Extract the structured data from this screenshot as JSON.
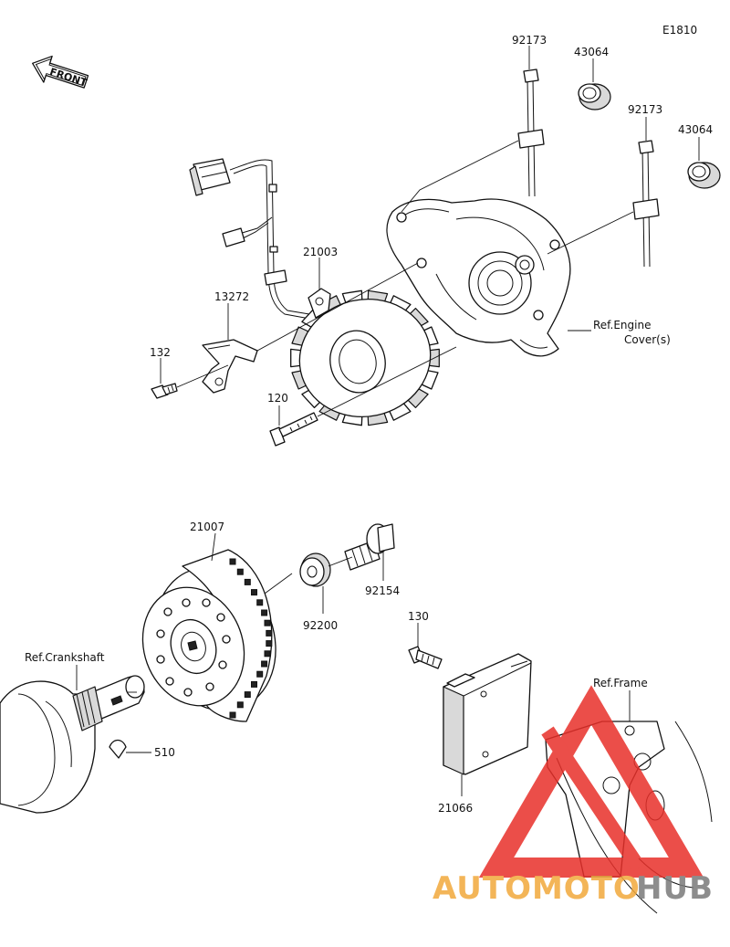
{
  "diagram": {
    "code": "E1810",
    "front_label": "FRONT",
    "part_numbers": {
      "p92173a": "92173",
      "p43064a": "43064",
      "p92173b": "92173",
      "p43064b": "43064",
      "p21003": "21003",
      "p13272": "13272",
      "p132": "132",
      "p120": "120",
      "p21007": "21007",
      "p92154": "92154",
      "p92200": "92200",
      "p130": "130",
      "p510": "510",
      "p21066": "21066"
    },
    "references": {
      "engine_line1": "Ref.Engine",
      "engine_line2": "Cover(s)",
      "crankshaft": "Ref.Crankshaft",
      "frame": "Ref.Frame"
    }
  },
  "watermark": {
    "text_part1": "AUTOMOTO",
    "text_part2": "HUB",
    "color_part1": "#f2a93b",
    "color_part2": "#7a7a7a",
    "triangle_color": "#e8302a"
  }
}
